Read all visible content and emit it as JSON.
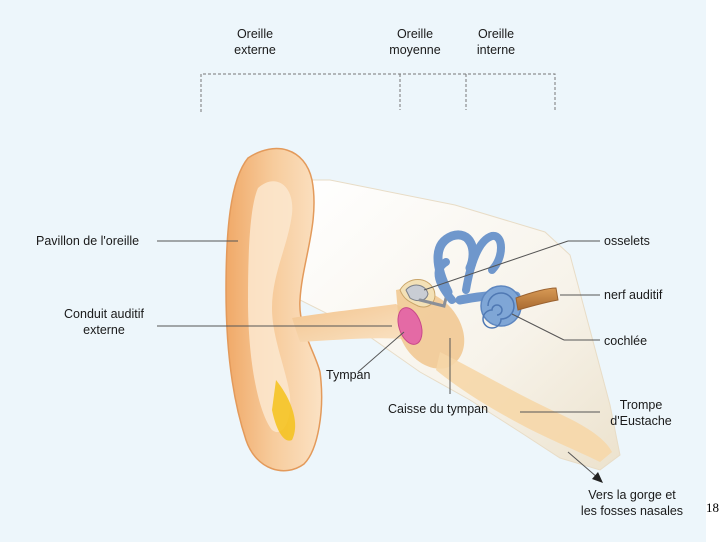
{
  "sections": {
    "external": "Oreille\nexterne",
    "middle": "Oreille\nmoyenne",
    "internal": "Oreille\ninterne"
  },
  "labels": {
    "pavillon": "Pavillon de l'oreille",
    "conduit": "Conduit auditif\nexterne",
    "tympan": "Tympan",
    "caisse": "Caisse du tympan",
    "osselets": "osselets",
    "nerf": "nerf auditif",
    "cochlee": "cochlée",
    "trompe": "Trompe\nd'Eustache",
    "gorge": "Vers la gorge et\nles fosses nasales"
  },
  "page_number": "18",
  "colors": {
    "background": "#edf6fb",
    "skin": "#f2b883",
    "inner_ear": "#7fa6d6",
    "eardrum": "#e46aa5",
    "nerve": "#c8894a"
  }
}
